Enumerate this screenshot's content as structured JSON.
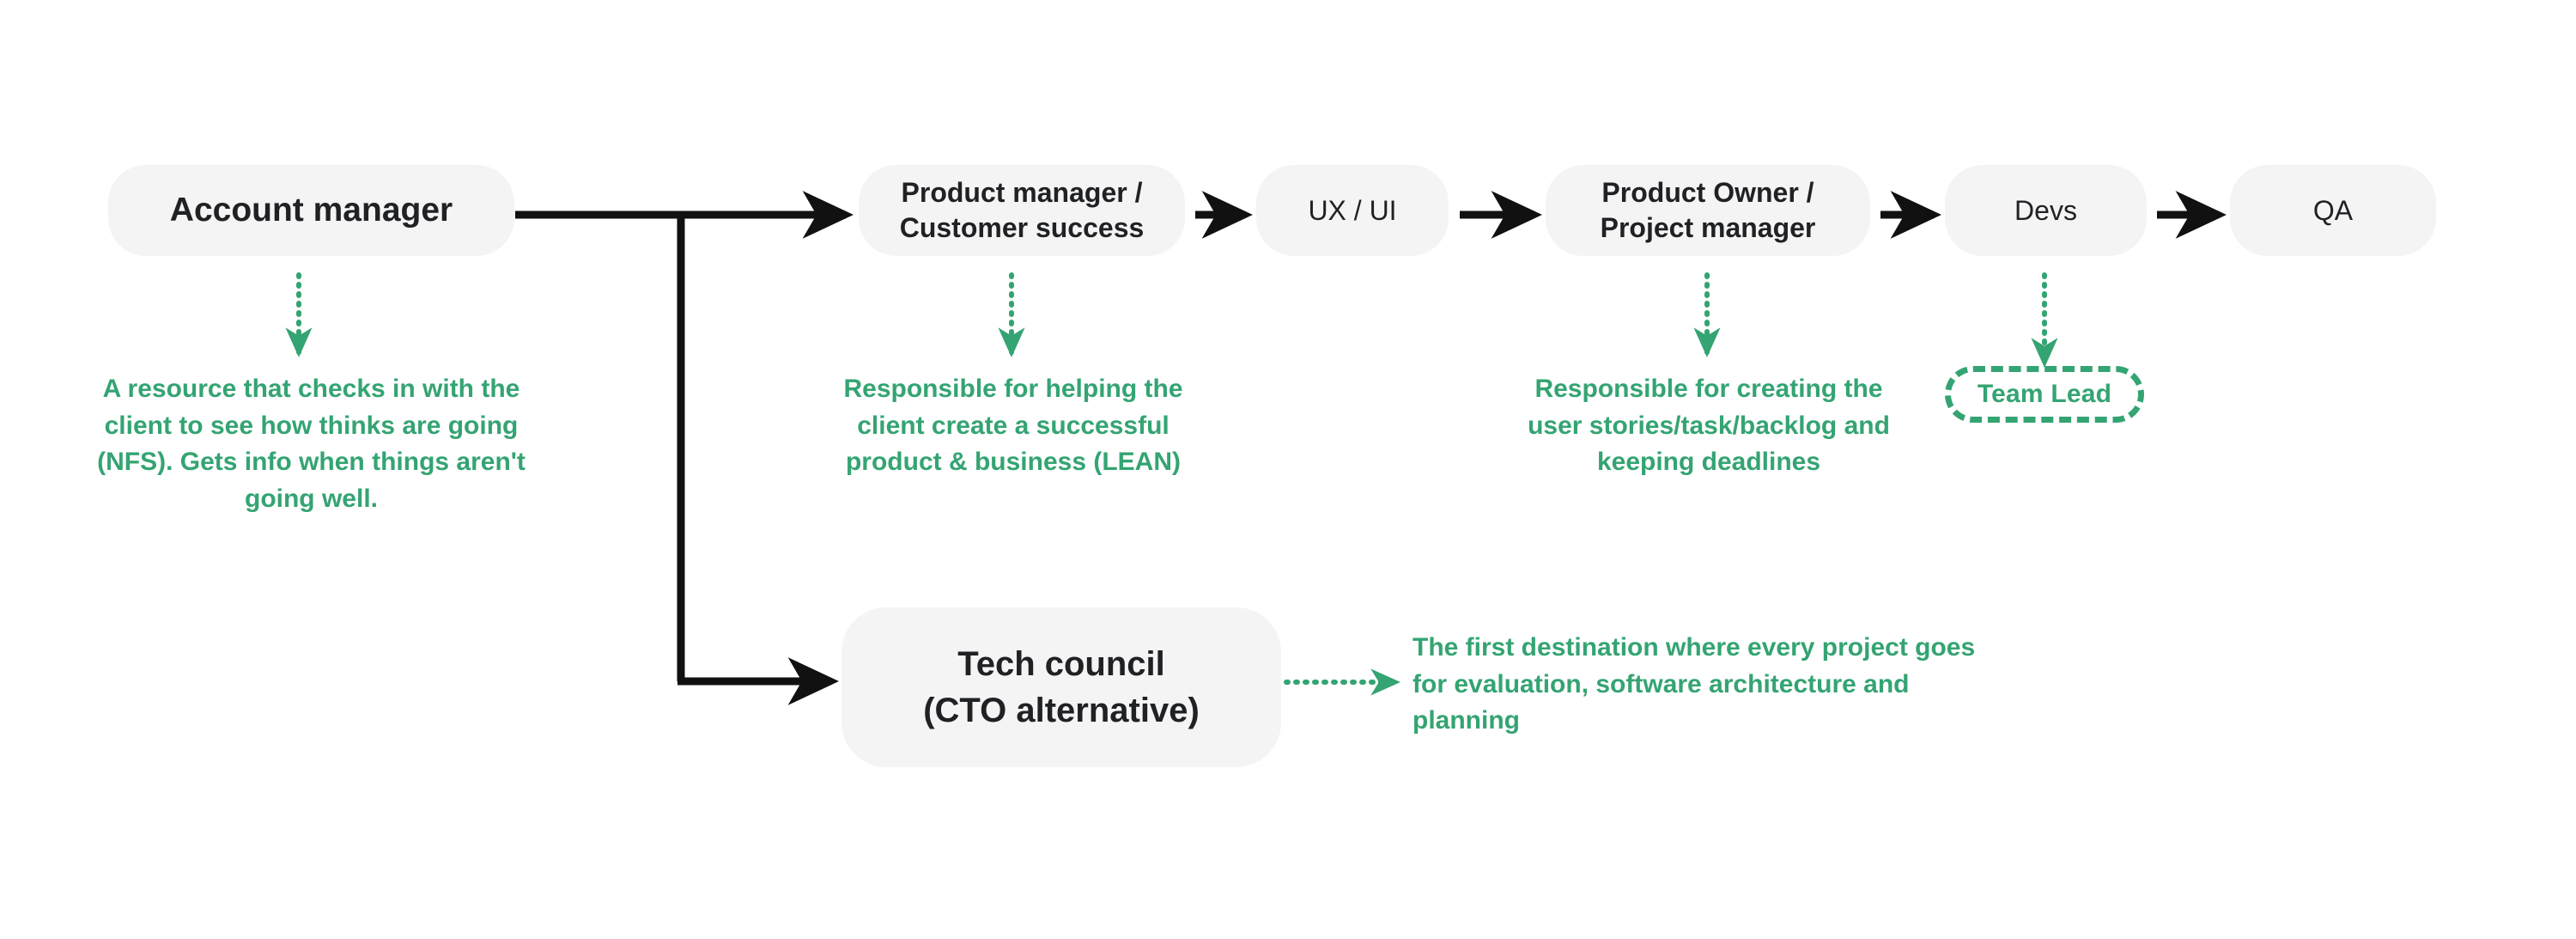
{
  "diagram": {
    "title_present": false,
    "accent_green": "#34a472",
    "node_fill": "#f4f4f4",
    "node_text": "#1f2124",
    "connector_color": "#111111",
    "background": "#ffffff",
    "type": "flowchart"
  },
  "nodes": {
    "account_manager": {
      "label": "Account manager"
    },
    "product_manager": {
      "label": "Product manager /\nCustomer success"
    },
    "ux_ui": {
      "label": "UX / UI"
    },
    "product_owner": {
      "label": "Product Owner /\nProject manager"
    },
    "devs": {
      "label": "Devs"
    },
    "qa": {
      "label": "QA"
    },
    "tech_council": {
      "label": "Tech council\n(CTO alternative)"
    },
    "team_lead": {
      "label": "Team Lead"
    }
  },
  "annotations": {
    "account_manager": "A resource that checks in with the client to see how thinks are going (NFS). Gets info when things aren't going well.",
    "product_manager": "Responsible for helping the client create a successful product & business (LEAN)",
    "product_owner": "Responsible for creating the user stories/task/backlog and keeping deadlines",
    "tech_council": "The first destination where every project goes for evaluation, software architecture and planning"
  },
  "flow": {
    "main_sequence": [
      "Account manager",
      "Product manager / Customer success",
      "UX / UI",
      "Product Owner / Project manager",
      "Devs",
      "QA"
    ],
    "branch": {
      "from": "Account manager",
      "to": "Tech council (CTO alternative)"
    },
    "dotted_links": [
      {
        "from": "Account manager",
        "to": "annotation"
      },
      {
        "from": "Product manager / Customer success",
        "to": "annotation"
      },
      {
        "from": "Product Owner / Project manager",
        "to": "annotation"
      },
      {
        "from": "Devs",
        "to": "Team Lead"
      },
      {
        "from": "Tech council (CTO alternative)",
        "to": "annotation"
      }
    ]
  }
}
